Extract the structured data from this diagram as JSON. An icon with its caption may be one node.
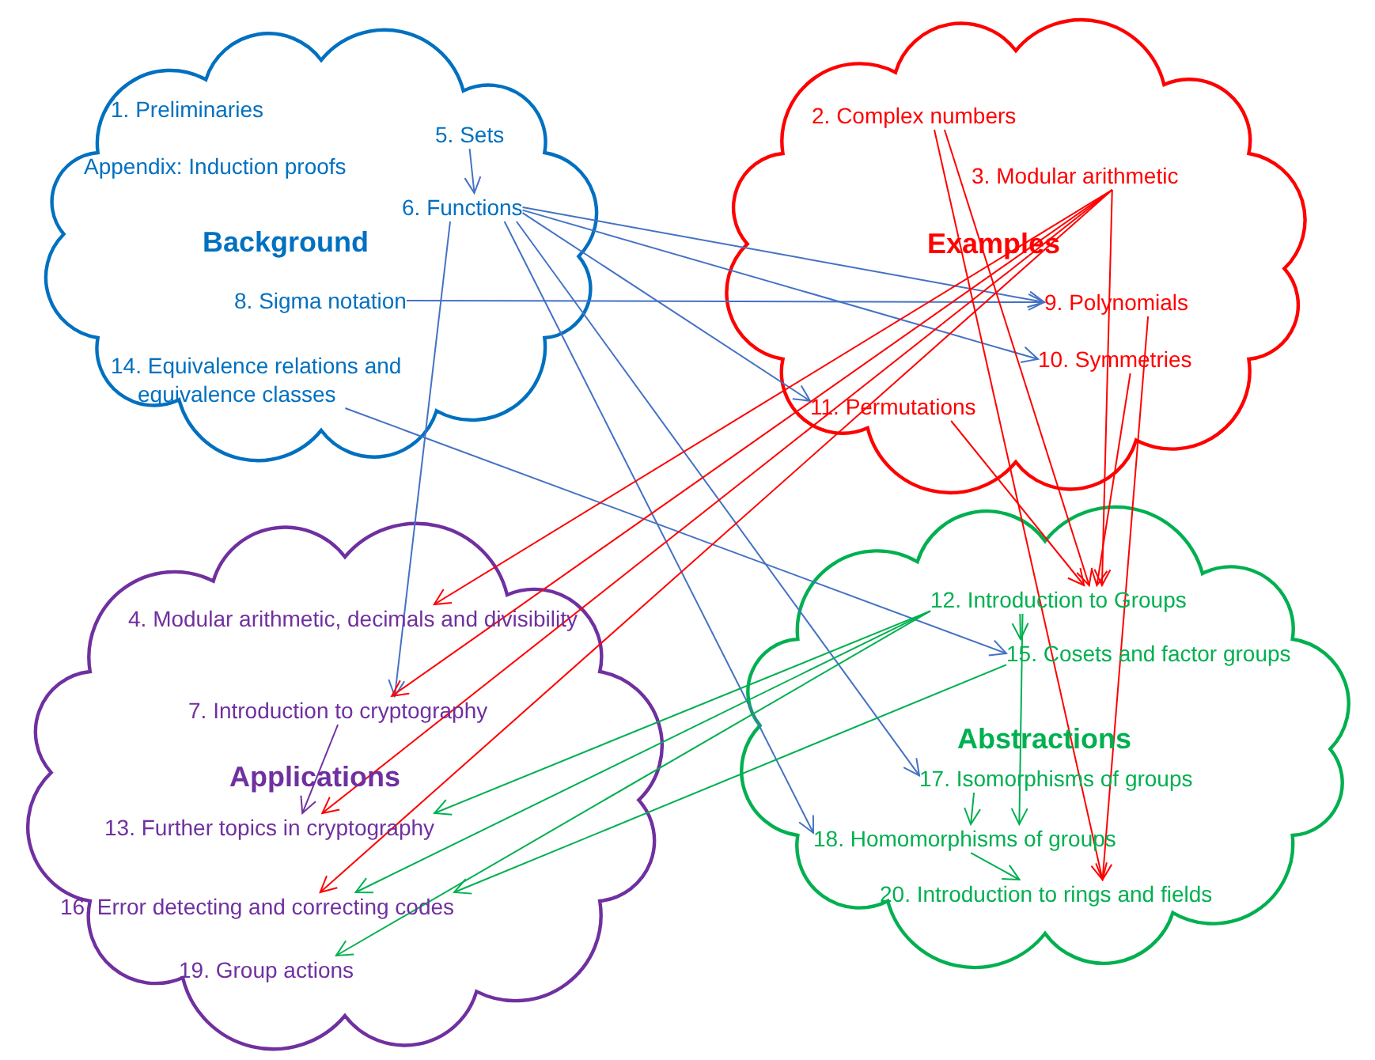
{
  "diagram": {
    "nodes": [
      {
        "text": [
          "Background"
        ]
      },
      {
        "text": [
          "1. Preliminaries"
        ],
        "in": 0
      },
      {
        "text": [
          "Appendix: Induction proofs"
        ],
        "in": 0
      },
      {
        "text": [
          "5. Sets"
        ],
        "in": 0
      },
      {
        "text": [
          "6. Functions"
        ],
        "in": 0
      },
      {
        "text": [
          "8. Sigma notation"
        ],
        "in": 0
      },
      {
        "text": [
          "14. Equivalence relations and equivalence classes"
        ],
        "in": 0
      },
      {
        "text": [
          "Examples"
        ]
      },
      {
        "text": [
          "2. Complex numbers"
        ],
        "in": 7
      },
      {
        "text": [
          "3. Modular arithmetic"
        ],
        "in": 7
      },
      {
        "text": [
          "9. Polynomials"
        ],
        "in": 7
      },
      {
        "text": [
          "10. Symmetries"
        ],
        "in": 7
      },
      {
        "text": [
          "11. Permutations"
        ],
        "in": 7
      },
      {
        "text": [
          "Applications"
        ]
      },
      {
        "text": [
          "4. Modular arithmetic, decimals and divisibility"
        ],
        "in": 13
      },
      {
        "text": [
          "7. Introduction to cryptography"
        ],
        "in": 13
      },
      {
        "text": [
          "13. Further topics in cryptography"
        ],
        "in": 13
      },
      {
        "text": [
          "16. Error detecting and correcting codes"
        ],
        "in": 13
      },
      {
        "text": [
          "19. Group actions"
        ],
        "in": 13
      },
      {
        "text": [
          "Abstractions"
        ]
      },
      {
        "text": [
          "12. Introduction to Groups"
        ],
        "in": 19
      },
      {
        "text": [
          "15. Cosets and factor groups"
        ],
        "in": 19
      },
      {
        "text": [
          "17. Isomorphisms of groups"
        ],
        "in": 19
      },
      {
        "text": [
          "18. Homomorphisms of groups"
        ],
        "in": 19
      },
      {
        "text": [
          "20. Introduction to rings and fields"
        ],
        "in": 19
      }
    ],
    "edges": [
      {
        "from": 3,
        "to": 4,
        "arrow": "to",
        "color": "#4472c4"
      },
      {
        "from": 4,
        "to": 15,
        "arrow": "to",
        "color": "#4472c4"
      },
      {
        "from": 4,
        "to": 10,
        "arrow": "to",
        "color": "#4472c4"
      },
      {
        "from": 4,
        "to": 11,
        "arrow": "to",
        "color": "#4472c4"
      },
      {
        "from": 4,
        "to": 12,
        "arrow": "to",
        "color": "#4472c4"
      },
      {
        "from": 4,
        "to": 22,
        "arrow": "to",
        "color": "#4472c4"
      },
      {
        "from": 4,
        "to": 23,
        "arrow": "to",
        "color": "#4472c4"
      },
      {
        "from": 5,
        "to": 10,
        "arrow": "to",
        "color": "#4472c4"
      },
      {
        "from": 6,
        "to": 21,
        "arrow": "to",
        "color": "#4472c4"
      },
      {
        "from": 8,
        "to": 20,
        "arrow": "to"
      },
      {
        "from": 8,
        "to": 24,
        "arrow": "to"
      },
      {
        "from": 9,
        "to": 14,
        "arrow": "to"
      },
      {
        "from": 9,
        "to": 15,
        "arrow": "to"
      },
      {
        "from": 9,
        "to": 16,
        "arrow": "to"
      },
      {
        "from": 9,
        "to": 17,
        "arrow": "to"
      },
      {
        "from": 9,
        "to": 20,
        "arrow": "to"
      },
      {
        "from": 10,
        "to": 24,
        "arrow": "to"
      },
      {
        "from": 11,
        "to": 20,
        "arrow": "to"
      },
      {
        "from": 12,
        "to": 20,
        "arrow": "to"
      },
      {
        "from": 15,
        "to": 16,
        "arrow": "to",
        "color": "#7030a0"
      },
      {
        "from": 20,
        "to": 16,
        "arrow": "to",
        "color": "#00b050"
      },
      {
        "from": 20,
        "to": 17,
        "arrow": "to",
        "color": "#00b050"
      },
      {
        "from": 20,
        "to": 18,
        "arrow": "to",
        "color": "#00b050"
      },
      {
        "from": 21,
        "to": 17,
        "arrow": "to",
        "color": "#00b050"
      },
      {
        "from": 20,
        "to": 21,
        "arrow": "to",
        "color": "#00b050"
      },
      {
        "from": 20,
        "to": 23,
        "arrow": "to",
        "color": "#00b050"
      },
      {
        "from": 22,
        "to": 23,
        "arrow": "to",
        "color": "#00b050"
      },
      {
        "from": 23,
        "to": 24,
        "arrow": "to",
        "color": "#00b050"
      }
    ]
  }
}
